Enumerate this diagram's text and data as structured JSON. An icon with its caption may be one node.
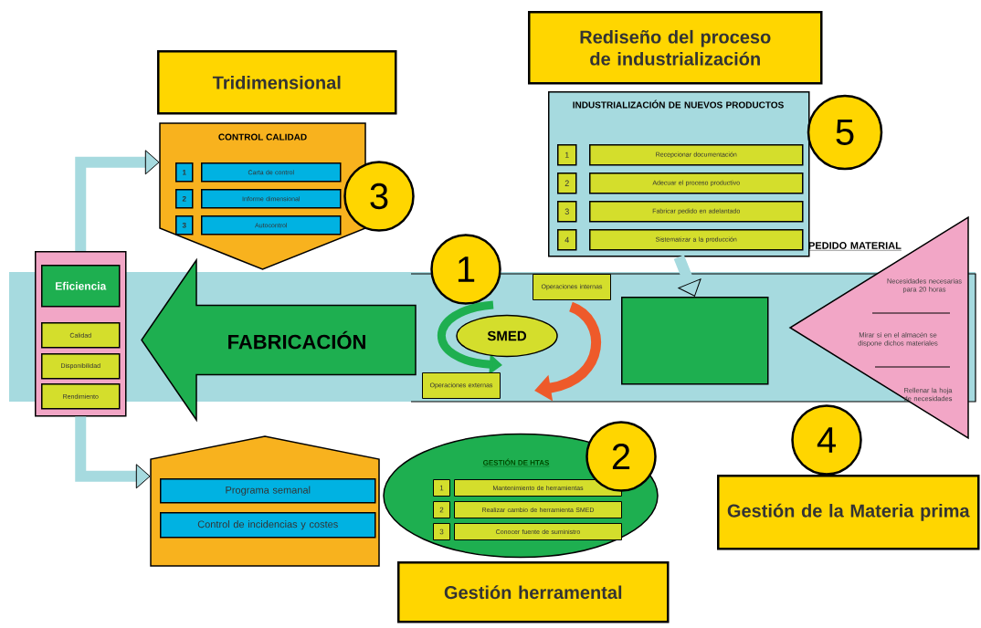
{
  "diagram": {
    "nodes": [
      {
        "text": [
          "Rediseño del proceso de industrialización"
        ]
      },
      {
        "text": [
          "Tridimensional"
        ]
      },
      {
        "text": [
          "INDUSTRIALIZACIÓN DE NUEVOS PRODUCTOS"
        ]
      },
      {
        "text": [
          "1"
        ],
        "in": 2
      },
      {
        "text": [
          "2"
        ],
        "in": 2
      },
      {
        "text": [
          "3"
        ],
        "in": 2
      },
      {
        "text": [
          "4"
        ],
        "in": 2
      },
      {
        "text": [
          "Recepcionar documentación"
        ],
        "in": 2
      },
      {
        "text": [
          "Adecuar el proceso productivo"
        ],
        "in": 2
      },
      {
        "text": [
          "Fabricar pedido en adelantado"
        ],
        "in": 2
      },
      {
        "text": [
          "Sistematizar a la producción"
        ],
        "in": 2
      },
      {
        "text": [
          "5"
        ]
      },
      {
        "text": [
          "CONTROL CALIDAD"
        ]
      },
      {
        "text": [
          "1"
        ],
        "in": 12
      },
      {
        "text": [
          "2"
        ],
        "in": 12
      },
      {
        "text": [
          "3"
        ],
        "in": 12
      },
      {
        "text": [
          "Carta de control"
        ],
        "in": 12
      },
      {
        "text": [
          "Informe dimensional"
        ],
        "in": 12
      },
      {
        "text": [
          "Autocontrol"
        ],
        "in": 12
      },
      {
        "text": [
          "3"
        ]
      },
      {
        "text": [
          "1"
        ]
      },
      {
        "text": [],
        "shape": "box"
      },
      {
        "text": [
          "Eficiencia"
        ],
        "in": 21
      },
      {
        "text": [
          "Calidad"
        ],
        "in": 21
      },
      {
        "text": [
          "Disponibilidad"
        ],
        "in": 21
      },
      {
        "text": [
          "Rendimiento"
        ],
        "in": 21
      },
      {
        "text": [
          "FABRICACIÓN"
        ]
      },
      {
        "text": [
          "Operaciones internas"
        ]
      },
      {
        "text": [
          "SMED"
        ]
      },
      {
        "text": [
          "Operaciones externas"
        ]
      },
      {
        "text": [],
        "shape": "box"
      },
      {
        "text": [
          "Necesidades necesarias para 20 horas",
          "Mirar si en el almacén se dispone dichos materiales",
          "Rellenar la hoja de necesidades"
        ]
      },
      {
        "text": [
          "4"
        ]
      },
      {
        "text": [
          "Gestión de la Materia prima"
        ]
      },
      {
        "text": [],
        "shape": "box"
      },
      {
        "text": [
          "Programa semanal"
        ],
        "in": 34
      },
      {
        "text": [
          "Control de incidencias y costes"
        ],
        "in": 34
      },
      {
        "text": [
          "GESTIÓN DE HTAS"
        ]
      },
      {
        "text": [
          "1"
        ],
        "in": 37
      },
      {
        "text": [
          "2"
        ],
        "in": 37
      },
      {
        "text": [
          "3"
        ],
        "in": 37
      },
      {
        "text": [
          "Mantenimiento de herramientas"
        ],
        "in": 37
      },
      {
        "text": [
          "Realizar cambio de herramienta SMED"
        ],
        "in": 37
      },
      {
        "text": [
          "Conocer fuente de suministro"
        ],
        "in": 37
      },
      {
        "text": [
          "2"
        ]
      },
      {
        "text": [
          "Gestión herramental"
        ]
      }
    ],
    "edges": [
      {
        "from": 21,
        "to": 12,
        "arrow": "to"
      },
      {
        "from": 21,
        "to": 34,
        "arrow": "to"
      },
      {
        "from": 2,
        "to": 30,
        "arrow": "to"
      }
    ],
    "labels": [
      "PEDIDO MATERIAL"
    ]
  }
}
